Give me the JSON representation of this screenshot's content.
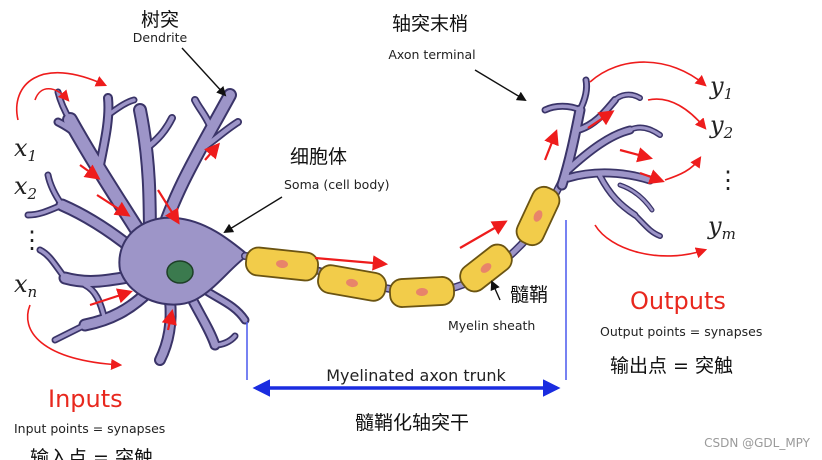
{
  "labels": {
    "dendrite_zh": "树突",
    "dendrite_en": "Dendrite",
    "axon_terminal_zh": "轴突末梢",
    "axon_terminal_en": "Axon terminal",
    "soma_zh": "细胞体",
    "soma_en": "Soma (cell body)",
    "myelin_zh": "髓鞘",
    "myelin_en": "Myelin sheath",
    "trunk_en": "Myelinated axon trunk",
    "trunk_zh": "髓鞘化轴突干",
    "outputs_title": "Outputs",
    "outputs_en": "Output points = synapses",
    "outputs_zh": "输出点 = 突触",
    "inputs_title": "Inputs",
    "inputs_en": "Input points = synapses",
    "inputs_zh": "输入点 = 突触"
  },
  "inputs": {
    "x1": {
      "base": "x",
      "sub": "1"
    },
    "x2": {
      "base": "x",
      "sub": "2"
    },
    "dots": "⋮",
    "xn": {
      "base": "x",
      "sub": "n"
    }
  },
  "outputs": {
    "y1": {
      "base": "y",
      "sub": "1"
    },
    "y2": {
      "base": "y",
      "sub": "2"
    },
    "dots": "⋮",
    "ym": {
      "base": "y",
      "sub": "m"
    }
  },
  "watermark": "CSDN @GDL_MPY",
  "colors": {
    "neuron_fill": "#9d95c8",
    "neuron_stroke": "#3a3468",
    "nucleus": "#3b7a4e",
    "myelin_fill": "#f2cc4a",
    "myelin_stroke": "#6b5412",
    "node_dot": "#e8846a",
    "signal_arrow": "#ee1c1c",
    "trunk_arrow": "#1a2ce0",
    "guide_line": "#5563ee"
  }
}
